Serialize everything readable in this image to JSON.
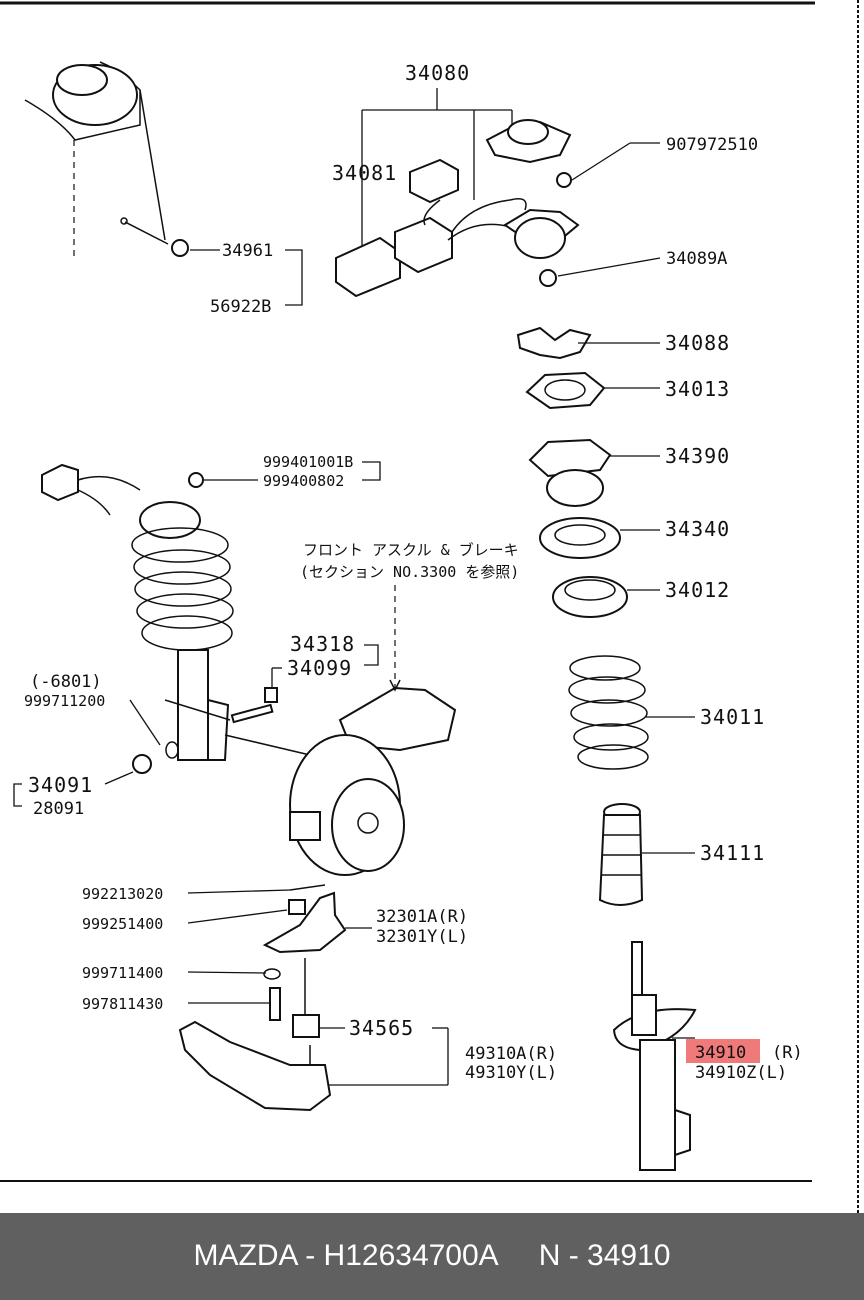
{
  "diagram": {
    "callouts": {
      "c34080": "34080",
      "c34081": "34081",
      "c907972510": "907972510",
      "c34089A": "34089A",
      "c34088": "34088",
      "c34013": "34013",
      "c34390": "34390",
      "c34340": "34340",
      "c34012": "34012",
      "c34011": "34011",
      "c34111": "34111",
      "c34910": "34910",
      "c34910_side": "(R)",
      "c34910Z": "34910Z(L)",
      "c34961": "34961",
      "c56922B": "56922B",
      "c999401001B": "999401001B",
      "c999400802": "999400802",
      "c34318": "34318",
      "c34099": "34099",
      "c_6801": "(-6801)",
      "c999711200": "999711200",
      "c34091": "34091",
      "c28091": "28091",
      "c992213020": "992213020",
      "c999251400": "999251400",
      "c999711400": "999711400",
      "c997811430": "997811430",
      "c32301A": "32301A(R)",
      "c32301Y": "32301Y(L)",
      "c34565": "34565",
      "c49310A": "49310A(R)",
      "c49310Y": "49310Y(L)"
    },
    "note_line1": "フロント アスクル & ブレーキ",
    "note_line2": "(セクション NO.3300 を参照)",
    "highlight_color": "#f07a7a"
  },
  "footer": {
    "text": "MAZDA - H12634700A     N - 34910"
  }
}
